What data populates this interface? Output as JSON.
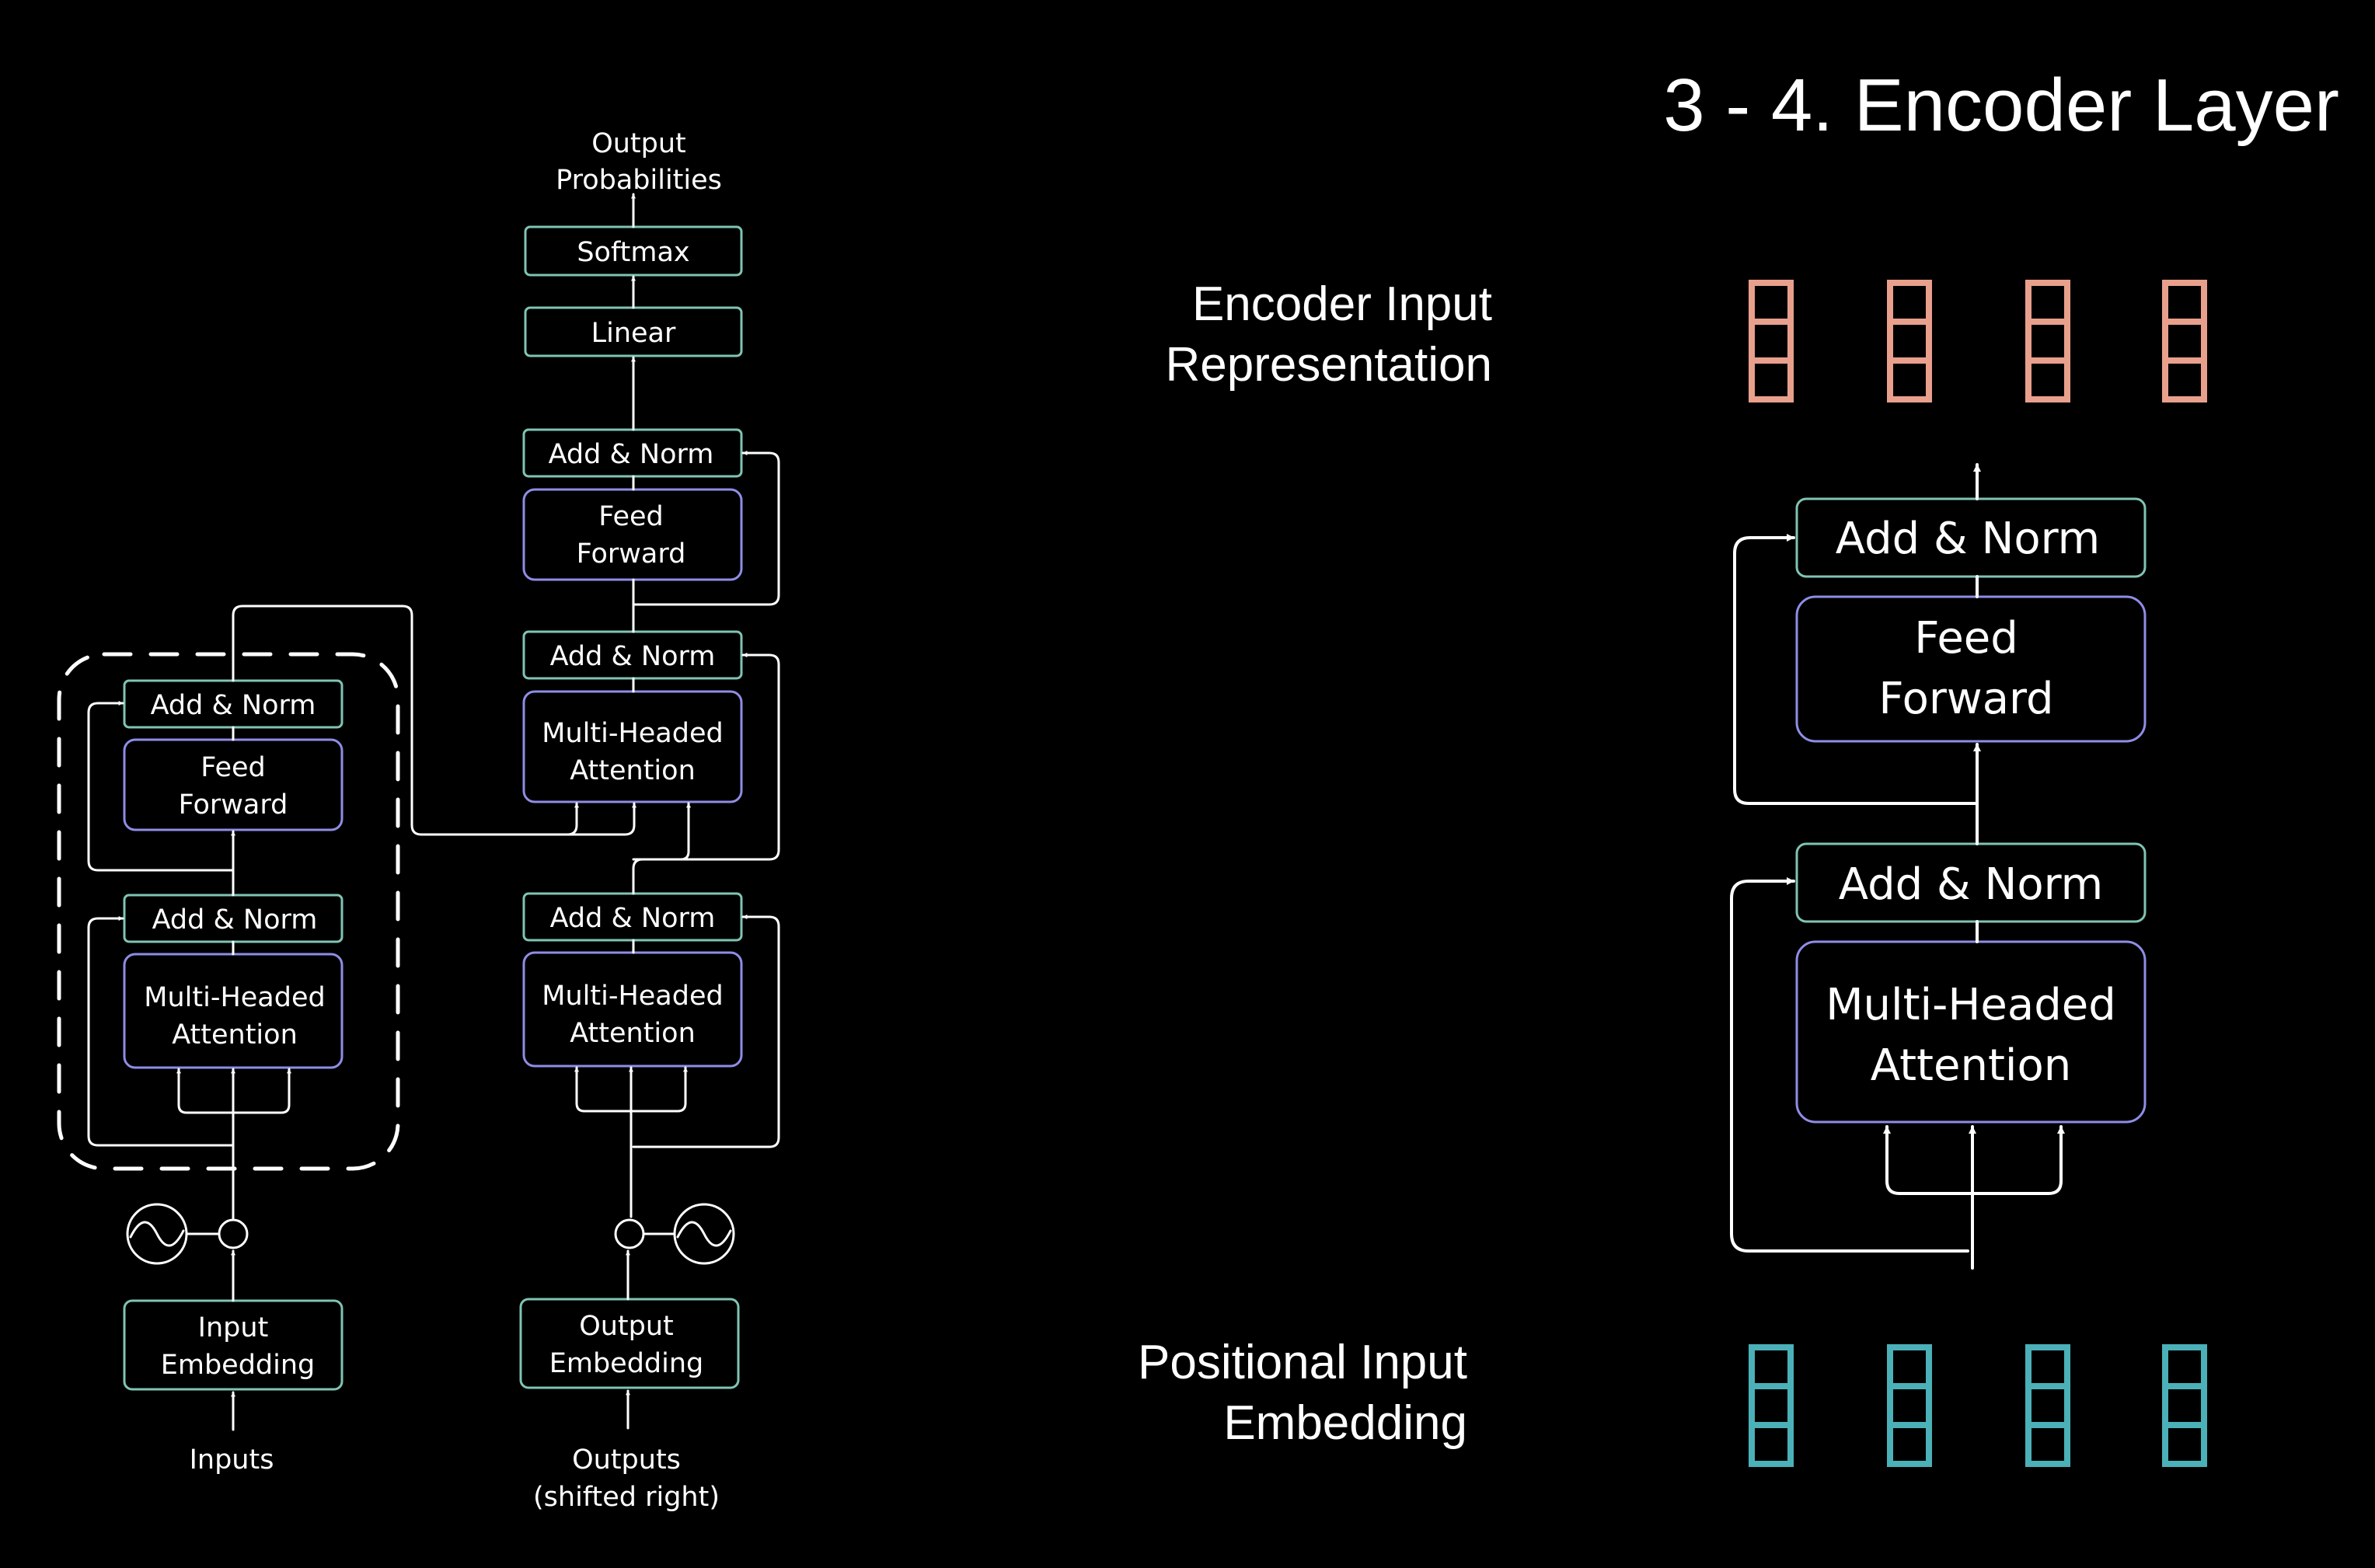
{
  "slide": {
    "title": "3 - 4. Encoder Layer"
  },
  "colors": {
    "background": "#000000",
    "line": "#ffffff",
    "box_teal": "#7fc4b4",
    "box_purple": "#8f8de6",
    "vector_salmon": "#e8a08c",
    "vector_teal": "#4bb0b8"
  },
  "transformer": {
    "output_label_1": "Output",
    "output_label_2": "Probabilities",
    "softmax": "Softmax",
    "linear": "Linear",
    "dec_addnorm_3": "Add & Norm",
    "dec_ff_1": "Feed",
    "dec_ff_2": "Forward",
    "dec_addnorm_2": "Add & Norm",
    "dec_mha2_1": "Multi-Headed",
    "dec_mha2_2": "Attention",
    "dec_addnorm_1": "Add & Norm",
    "dec_mha1_1": "Multi-Headed",
    "dec_mha1_2": "Attention",
    "enc_addnorm_2": "Add & Norm",
    "enc_ff_1": "Feed",
    "enc_ff_2": "Forward",
    "enc_addnorm_1": "Add & Norm",
    "enc_mha_1": "Multi-Headed",
    "enc_mha_2": "Attention",
    "input_emb_1": "Input",
    "input_emb_2": "Embedding",
    "output_emb_1": "Output",
    "output_emb_2": "Embedding",
    "inputs": "Inputs",
    "outputs_1": "Outputs",
    "outputs_2": "(shifted right)"
  },
  "encoder_detail": {
    "top_label_1": "Encoder Input",
    "top_label_2": "Representation",
    "bottom_label_1": "Positional Input",
    "bottom_label_2": "Embedding",
    "addnorm_top": "Add & Norm",
    "ff_1": "Feed",
    "ff_2": "Forward",
    "addnorm_bottom": "Add & Norm",
    "mha_1": "Multi-Headed",
    "mha_2": "Attention",
    "top_vector_count": 4,
    "bottom_vector_count": 4
  }
}
